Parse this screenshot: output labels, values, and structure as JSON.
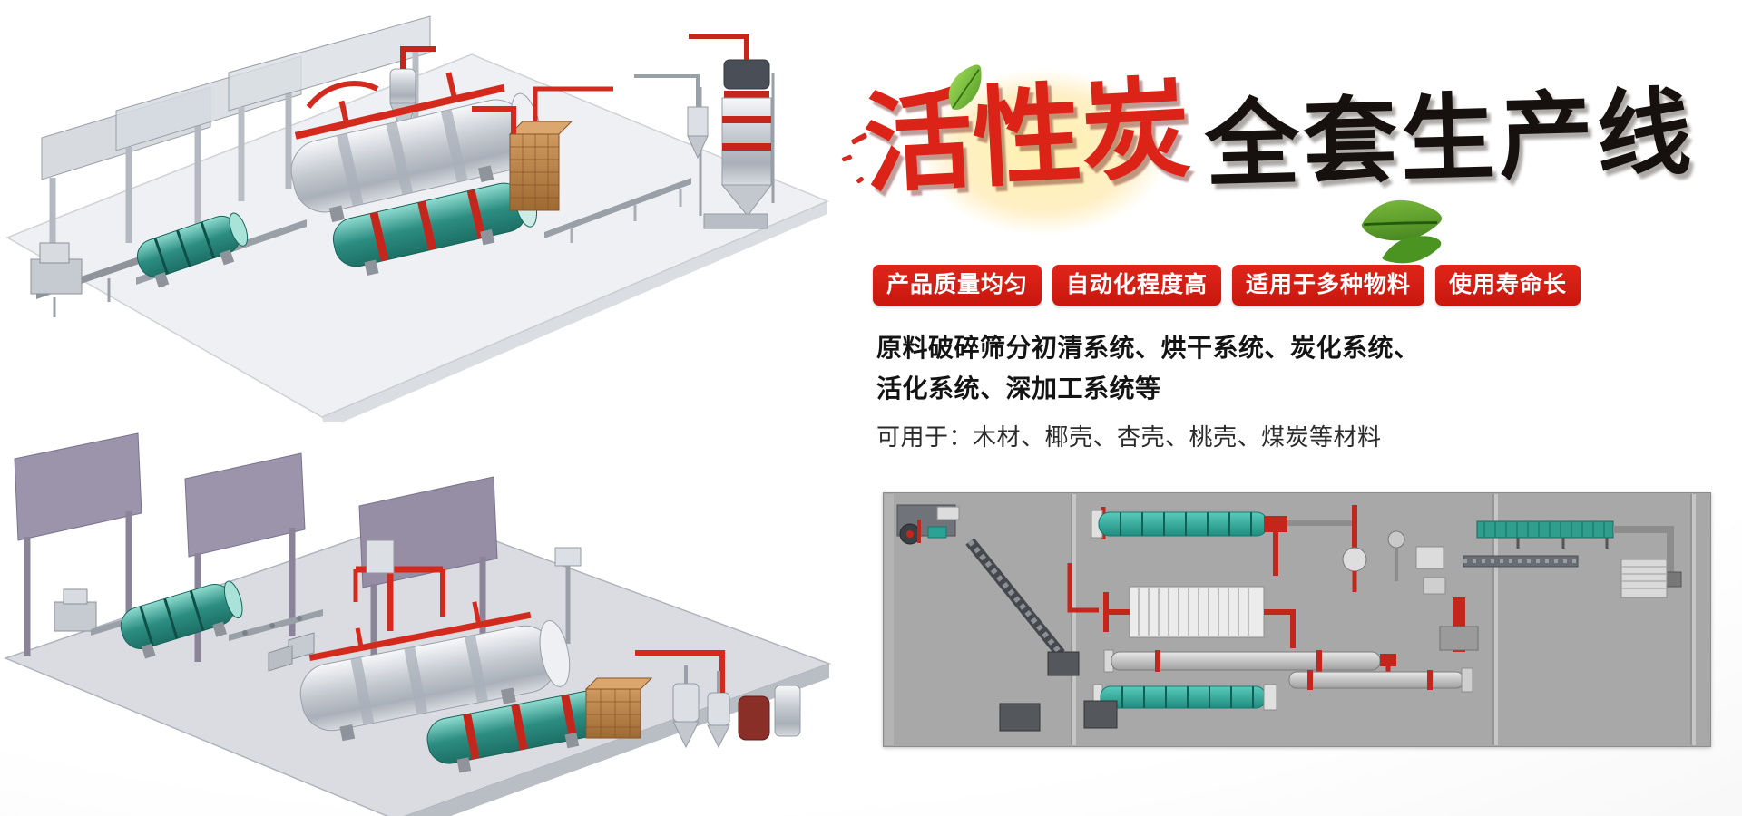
{
  "hero": {
    "title_red": "活性炭",
    "title_black": "全套生产线",
    "badges": [
      "产品质量均匀",
      "自动化程度高",
      "适用于多种物料",
      "使用寿命长"
    ],
    "description_line1": "原料破碎筛分初清系统、烘干系统、炭化系统、",
    "description_line2": "活化系统、深加工系统等",
    "applications": "可用于：木材、椰壳、杏壳、桃壳、煤炭等材料"
  },
  "colors": {
    "badge_red": "#cf1d15",
    "title_red": "#dc2318",
    "title_black": "#16110e",
    "pipe_red": "#c5261c",
    "machine_teal": "#2aa395",
    "schematic_background": "#a8a8a8"
  },
  "illustrations": {
    "top_render": "activated-carbon-production-line-3d-render",
    "bottom_render": "production-line-3d-render-alternate-view",
    "schematic": "plant-layout-top-view-schematic"
  }
}
